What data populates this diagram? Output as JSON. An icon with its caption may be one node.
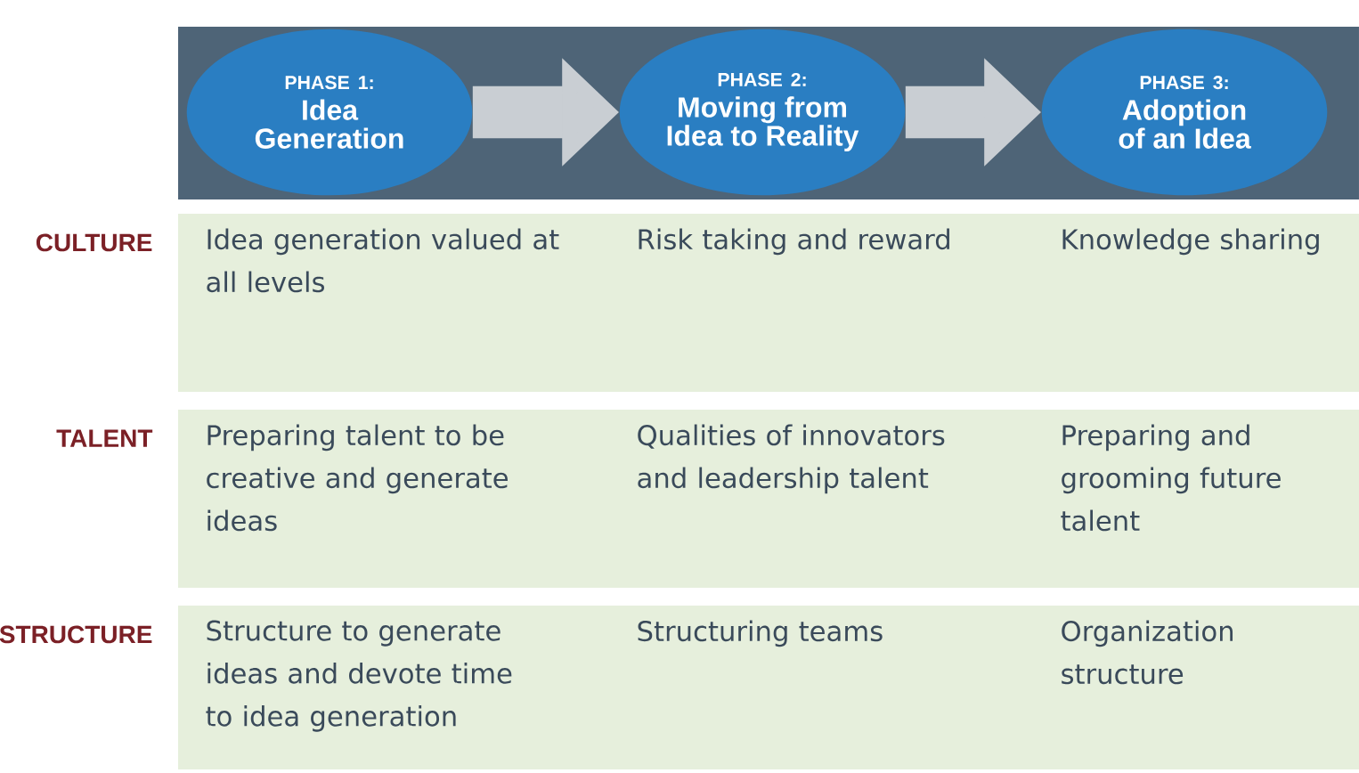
{
  "diagram": {
    "nodes": [
      {
        "text": [
          "PHASE 1:",
          "Idea Generation"
        ]
      },
      {
        "text": [
          "PHASE 2:",
          "Moving from Idea to Reality"
        ]
      },
      {
        "text": [
          "PHASE 3:",
          "Adoption of an Idea"
        ]
      }
    ],
    "edges": [
      {
        "from": 0,
        "to": 1,
        "arrow": "to"
      },
      {
        "from": 1,
        "to": 2,
        "arrow": "to"
      }
    ],
    "labels": [
      "CULTURE",
      "Idea generation valued at all levels",
      "Risk taking and reward",
      "Knowledge sharing",
      "TALENT",
      "Preparing talent to be creative and generate ideas",
      "Qualities of innovators and leadership talent",
      "Preparing and grooming future talent",
      "STRUCTURE",
      "Structure to generate ideas and devote time to idea generation",
      "Structuring teams",
      "Organization structure"
    ]
  }
}
